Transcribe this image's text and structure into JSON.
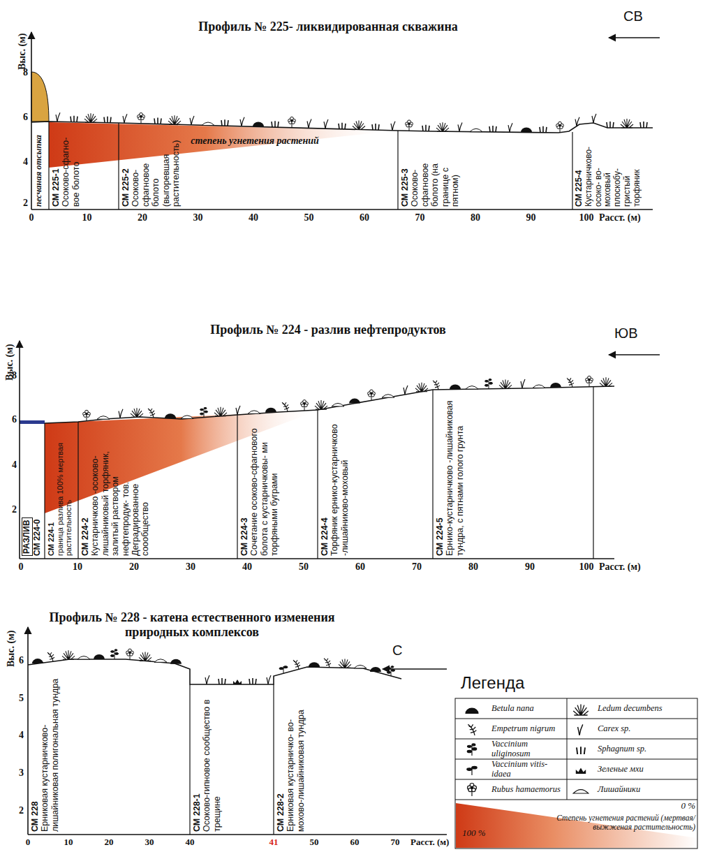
{
  "diagram": {
    "nodes": [
      {
        "text": [
          "песчаная отсыпка"
        ]
      },
      {
        "text": [
          "СМ 225-1",
          "Осоково-сфагно- вое болото"
        ]
      },
      {
        "text": [
          "СМ 225-2",
          "Осоково- сфагновое болото (выгоревшая растительность)"
        ]
      },
      {
        "text": [
          "СМ 225-3",
          "Осоково-сфагновое болото (на границе с пятном)"
        ]
      },
      {
        "text": [
          "СМ 225-4",
          "Кустарничково- осоко- во-моховый плоскобу- гристый торфяник"
        ]
      },
      {
        "text": [
          "РАЗЛИВ",
          "СМ 224-0"
        ]
      },
      {
        "text": [
          "СМ 224-1",
          "граница разлива 100% мертвая растительность"
        ]
      },
      {
        "text": [
          "СМ 224-2",
          "Кустарничково -осоково-лишайниковый торфяник, залитый раствором нефтепродук- тов. Деградированное соообщество"
        ]
      },
      {
        "text": [
          "СМ 224-3",
          "Сочетание осоково-сфагнового болота с кустарничковы- ми торфяными буграми"
        ]
      },
      {
        "text": [
          "СМ 224-4",
          "Торфяник ернико-кустарничково -лишайниково-моховый"
        ]
      },
      {
        "text": [
          "СМ 224-5",
          "Ернико-кустарничково -лишайниковая тундра, с пятнами голого грунта"
        ]
      },
      {
        "text": [
          "СМ 228",
          "Ерниковая кустарничково- лишайниковая полигональная тундра"
        ]
      },
      {
        "text": [
          "СМ 228-1",
          "Осоково-гипновое сообщество в трещине"
        ]
      },
      {
        "text": [
          "СМ 228-2",
          "Ерниковая кустарничко- во-мохово-лишайниковая тундра"
        ]
      }
    ],
    "labels": [
      "Профиль № 225- ликвидированная скважина",
      "СВ",
      "Выс. (м)",
      "8",
      "6",
      "4",
      "2",
      "0",
      "10",
      "20",
      "30",
      "40",
      "50",
      "60",
      "70",
      "80",
      "90",
      "100",
      "Расст. (м)",
      "степень угнетения растений",
      "Профиль № 224 - разлив нефтепродуктов",
      "ЮВ",
      "Выс. (м)",
      "8",
      "6",
      "4",
      "2",
      "0",
      "10",
      "20",
      "30",
      "40",
      "50",
      "60",
      "70",
      "80",
      "90",
      "100",
      "Расст. (м)",
      "Профиль № 228 - катена естественного изменения природных комплексов",
      "С",
      "Выс. (м)",
      "6",
      "5",
      "4",
      "3",
      "2",
      "0",
      "10",
      "20",
      "30",
      "40",
      "41",
      "50",
      "60",
      "70",
      "Расст. (м)",
      "Легенда",
      "100 %",
      "0 %"
    ],
    "legend": [
      {
        "text": "Betula nana"
      },
      {
        "text": "Ledum decumbens"
      },
      {
        "text": "Empetrum nigrum"
      },
      {
        "text": "Carex sp."
      },
      {
        "text": "Vaccinium uliginosum"
      },
      {
        "text": "Sphagnum sp."
      },
      {
        "text": "Vaccinium vitis-idaea"
      },
      {
        "text": "Зеленые мхи"
      },
      {
        "text": "Rubus hamaemorus"
      },
      {
        "text": "Лишайники"
      },
      {
        "text": "Степень угнетения растений (мертвая/выжженая растительность)"
      }
    ]
  }
}
